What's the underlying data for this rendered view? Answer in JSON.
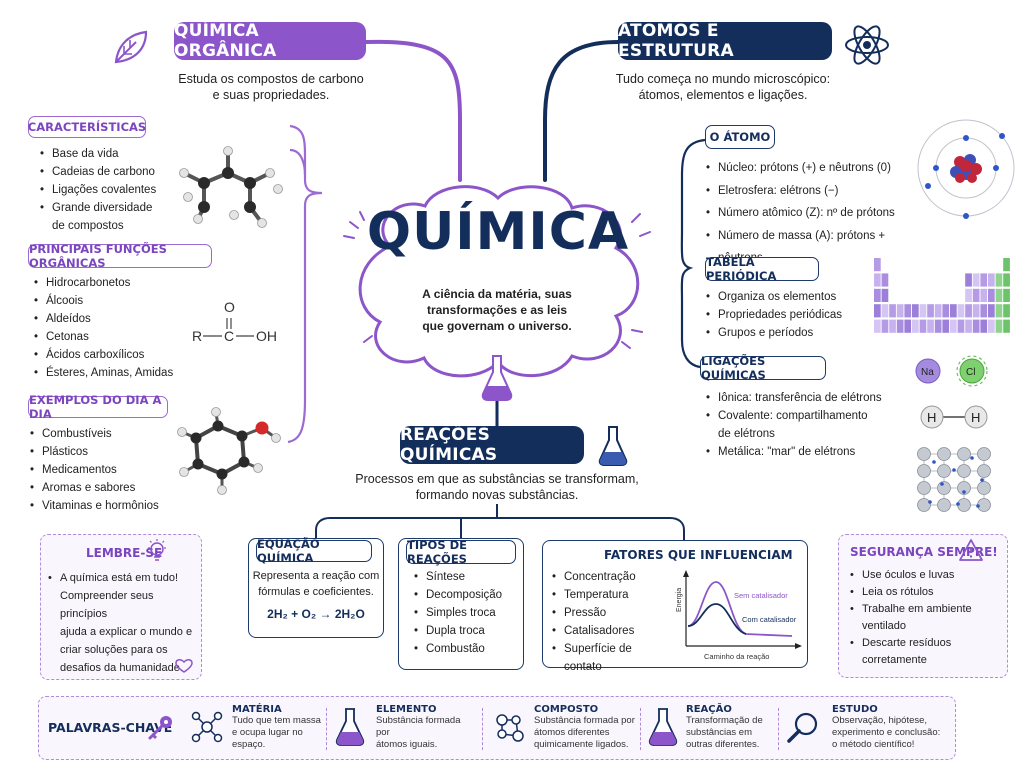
{
  "center": {
    "title": "QUÍMICA",
    "description": "A ciência da matéria, suas transformações e as leis que governam o universo."
  },
  "organica": {
    "title": "QUÍMICA ORGÂNICA",
    "subtitle_line1": "Estuda os compostos de carbono",
    "subtitle_line2": "e suas propriedades.",
    "caracteristicas": {
      "title": "CARACTERÍSTICAS",
      "items": [
        "Base da vida",
        "Cadeias de carbono",
        "Ligações covalentes",
        "Grande diversidade",
        "de compostos"
      ]
    },
    "funcoes": {
      "title": "PRINCIPAIS FUNÇÕES ORGÂNICAS",
      "items": [
        "Hidrocarbonetos",
        "Álcoois",
        "Aldeídos",
        "Cetonas",
        "Ácidos carboxílicos",
        "Ésteres, Aminas, Amidas"
      ],
      "formula": {
        "r": "R",
        "c": "C",
        "oh": "OH",
        "o": "O"
      }
    },
    "exemplos": {
      "title": "EXEMPLOS DO DIA A DIA",
      "items": [
        "Combustíveis",
        "Plásticos",
        "Medicamentos",
        "Aromas e sabores",
        "Vitaminas e hormônios"
      ]
    }
  },
  "atomos": {
    "title": "ÁTOMOS E ESTRUTURA",
    "subtitle_line1": "Tudo começa no mundo microscópico:",
    "subtitle_line2": "átomos, elementos e ligações.",
    "o_atomo": {
      "title": "O ÁTOMO",
      "items": [
        "Núcleo: prótons (+) e nêutrons (0)",
        "Eletrosfera: elétrons (−)",
        "Número atômico (Z): nº de prótons",
        "Número de massa (A): prótons + nêutrons"
      ]
    },
    "tabela": {
      "title": "TABELA PERIÓDICA",
      "items": [
        "Organiza os elementos",
        "Propriedades periódicas",
        "Grupos e períodos"
      ]
    },
    "ligacoes": {
      "title": "LIGAÇÕES QUÍMICAS",
      "items": [
        "Iônica: transferência de elétrons",
        "Covalente: compartilhamento",
        "de elétrons",
        "Metálica: \"mar\" de elétrons"
      ],
      "na": "Na",
      "cl": "Cl",
      "h": "H"
    }
  },
  "reacoes": {
    "title": "REAÇÕES QUÍMICAS",
    "subtitle_line1": "Processos em que as substâncias se transformam,",
    "subtitle_line2": "formando novas substâncias.",
    "equacao": {
      "title": "EQUAÇÃO QUÍMICA",
      "line1": "Representa a reação com",
      "line2": "fórmulas e coeficientes.",
      "equation": "2H₂ + O₂ → 2H₂O"
    },
    "tipos": {
      "title": "TIPOS DE REAÇÕES",
      "items": [
        "Síntese",
        "Decomposição",
        "Simples troca",
        "Dupla troca",
        "Combustão"
      ]
    },
    "fatores": {
      "title": "FATORES QUE INFLUENCIAM",
      "items": [
        "Concentração",
        "Temperatura",
        "Pressão",
        "Catalisadores",
        "Superfície de contato"
      ],
      "graph_ylabel": "Energia",
      "graph_xlabel": "Caminho da reação",
      "label_sem": "Sem catalisador",
      "label_com": "Com catalisador"
    }
  },
  "lembre": {
    "title": "LEMBRE-SE",
    "items": [
      "A química está em tudo!",
      "Compreender seus princípios",
      "ajuda a explicar o mundo e",
      "criar soluções para os",
      "desafios da humanidade."
    ]
  },
  "seguranca": {
    "title": "SEGURANÇA SEMPRE!",
    "items": [
      "Use óculos e luvas",
      "Leia os rótulos",
      "Trabalhe em ambiente",
      "ventilado",
      "Descarte resíduos",
      "corretamente"
    ]
  },
  "palavras": {
    "title": "PALAVRAS-CHAVE",
    "items": [
      {
        "title": "MATÉRIA",
        "desc1": "Tudo que tem massa",
        "desc2": "e ocupa lugar no",
        "desc3": "espaço."
      },
      {
        "title": "ELEMENTO",
        "desc1": "Substância formada por",
        "desc2": "átomos iguais.",
        "desc3": ""
      },
      {
        "title": "COMPOSTO",
        "desc1": "Substância formada por",
        "desc2": "átomos diferentes",
        "desc3": "quimicamente ligados."
      },
      {
        "title": "REAÇÃO",
        "desc1": "Transformação de",
        "desc2": "substâncias em",
        "desc3": "outras diferentes."
      },
      {
        "title": "ESTUDO",
        "desc1": "Observação, hipótese,",
        "desc2": "experimento e conclusão:",
        "desc3": "o método científico!"
      }
    ]
  },
  "colors": {
    "purple": "#8c55c9",
    "navy": "#142e5c",
    "lavender": "#b18ad9"
  }
}
